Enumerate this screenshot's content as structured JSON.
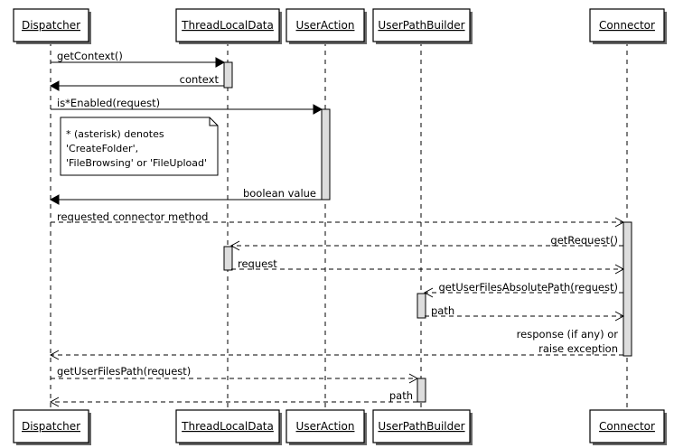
{
  "participants": [
    {
      "id": "dispatcher",
      "name": "Dispatcher"
    },
    {
      "id": "threadlocaldata",
      "name": "ThreadLocalData"
    },
    {
      "id": "useraction",
      "name": "UserAction"
    },
    {
      "id": "userpathbuilder",
      "name": "UserPathBuilder"
    },
    {
      "id": "connector",
      "name": "Connector"
    }
  ],
  "messages": [
    {
      "from": "dispatcher",
      "to": "threadlocaldata",
      "label": "getContext()",
      "kind": "call"
    },
    {
      "from": "threadlocaldata",
      "to": "dispatcher",
      "label": "context",
      "kind": "call"
    },
    {
      "from": "dispatcher",
      "to": "useraction",
      "label": "is*Enabled(request)",
      "kind": "call"
    },
    {
      "from": "useraction",
      "to": "dispatcher",
      "label": "boolean value",
      "kind": "call"
    },
    {
      "from": "dispatcher",
      "to": "connector",
      "label": "requested connector method",
      "kind": "async"
    },
    {
      "from": "connector",
      "to": "threadlocaldata",
      "label": "getRequest()",
      "kind": "async"
    },
    {
      "from": "threadlocaldata",
      "to": "connector",
      "label": "request",
      "kind": "async"
    },
    {
      "from": "connector",
      "to": "userpathbuilder",
      "label": "getUserFilesAbsolutePath(request)",
      "kind": "async"
    },
    {
      "from": "userpathbuilder",
      "to": "connector",
      "label": "path",
      "kind": "async"
    },
    {
      "from": "connector",
      "to": "dispatcher",
      "label": [
        "response (if any) or",
        "raise exception"
      ],
      "kind": "async"
    },
    {
      "from": "dispatcher",
      "to": "userpathbuilder",
      "label": "getUserFilesPath(request)",
      "kind": "async"
    },
    {
      "from": "userpathbuilder",
      "to": "dispatcher",
      "label": "path",
      "kind": "async"
    }
  ],
  "note": {
    "lines": [
      "* (asterisk) denotes",
      "'CreateFolder',",
      "'FileBrowsing' or 'FileUpload'"
    ]
  },
  "colors": {
    "line": "#000000",
    "activation": "#dddddd",
    "box": "#ffffff"
  }
}
